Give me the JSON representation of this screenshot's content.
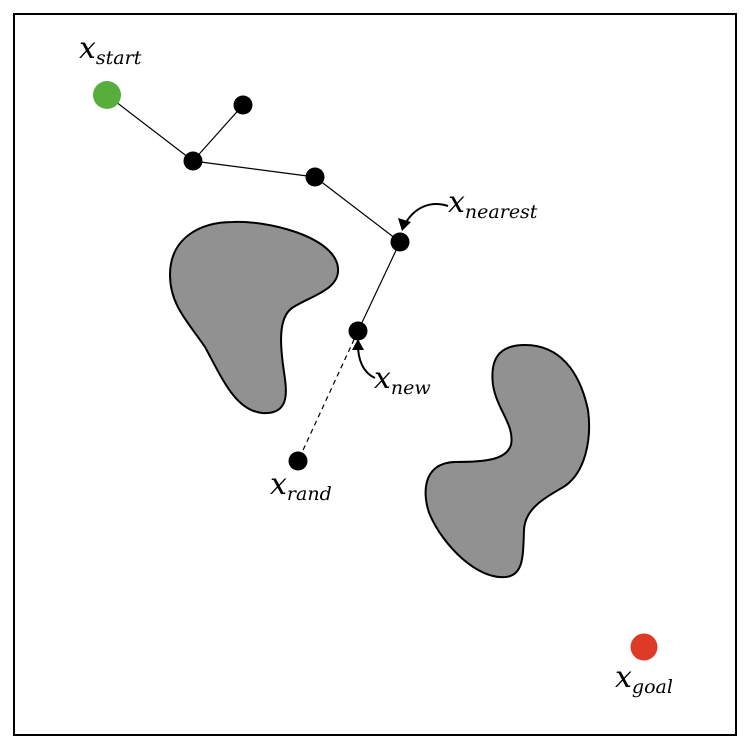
{
  "colors": {
    "start_node": "#58AE3C",
    "goal_node": "#DD3B28",
    "tree_node": "#000000",
    "obstacle_fill": "#919191",
    "frame": "#000000",
    "background": "#FFFFFF"
  },
  "labels": {
    "start_base": "x",
    "start_sub": "start",
    "nearest_base": "x",
    "nearest_sub": "nearest",
    "new_base": "x",
    "new_sub": "new",
    "rand_base": "x",
    "rand_sub": "rand",
    "goal_base": "x",
    "goal_sub": "goal"
  }
}
